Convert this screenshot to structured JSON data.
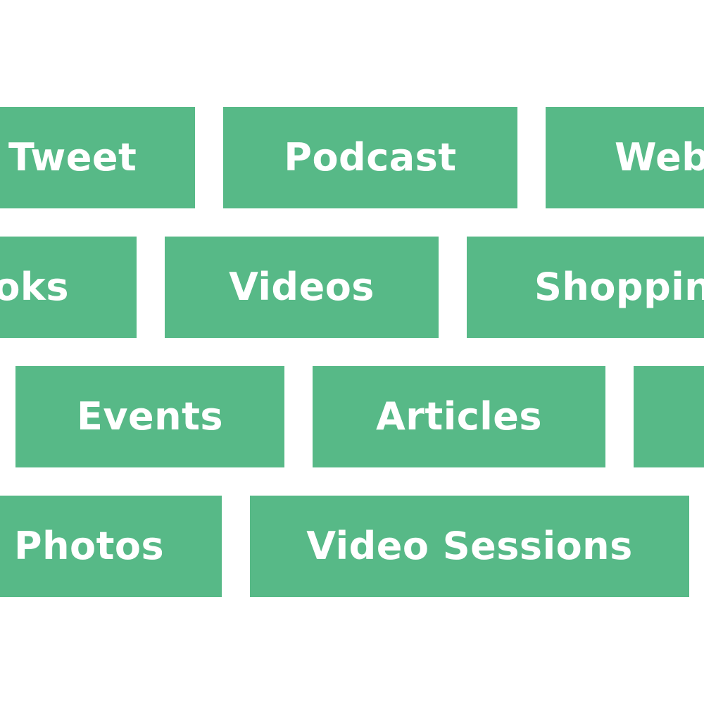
{
  "theme": {
    "tile_color": "#57b987",
    "text_color": "#ffffff",
    "background": "#ffffff"
  },
  "tiles": {
    "tweet": "Tweet",
    "podcast": "Podcast",
    "web": "Web",
    "books": "Books",
    "videos": "Videos",
    "shopping": "Shopping",
    "events": "Events",
    "articles": "Articles",
    "photos": "Photos",
    "video_sessions": "Video Sessions"
  }
}
